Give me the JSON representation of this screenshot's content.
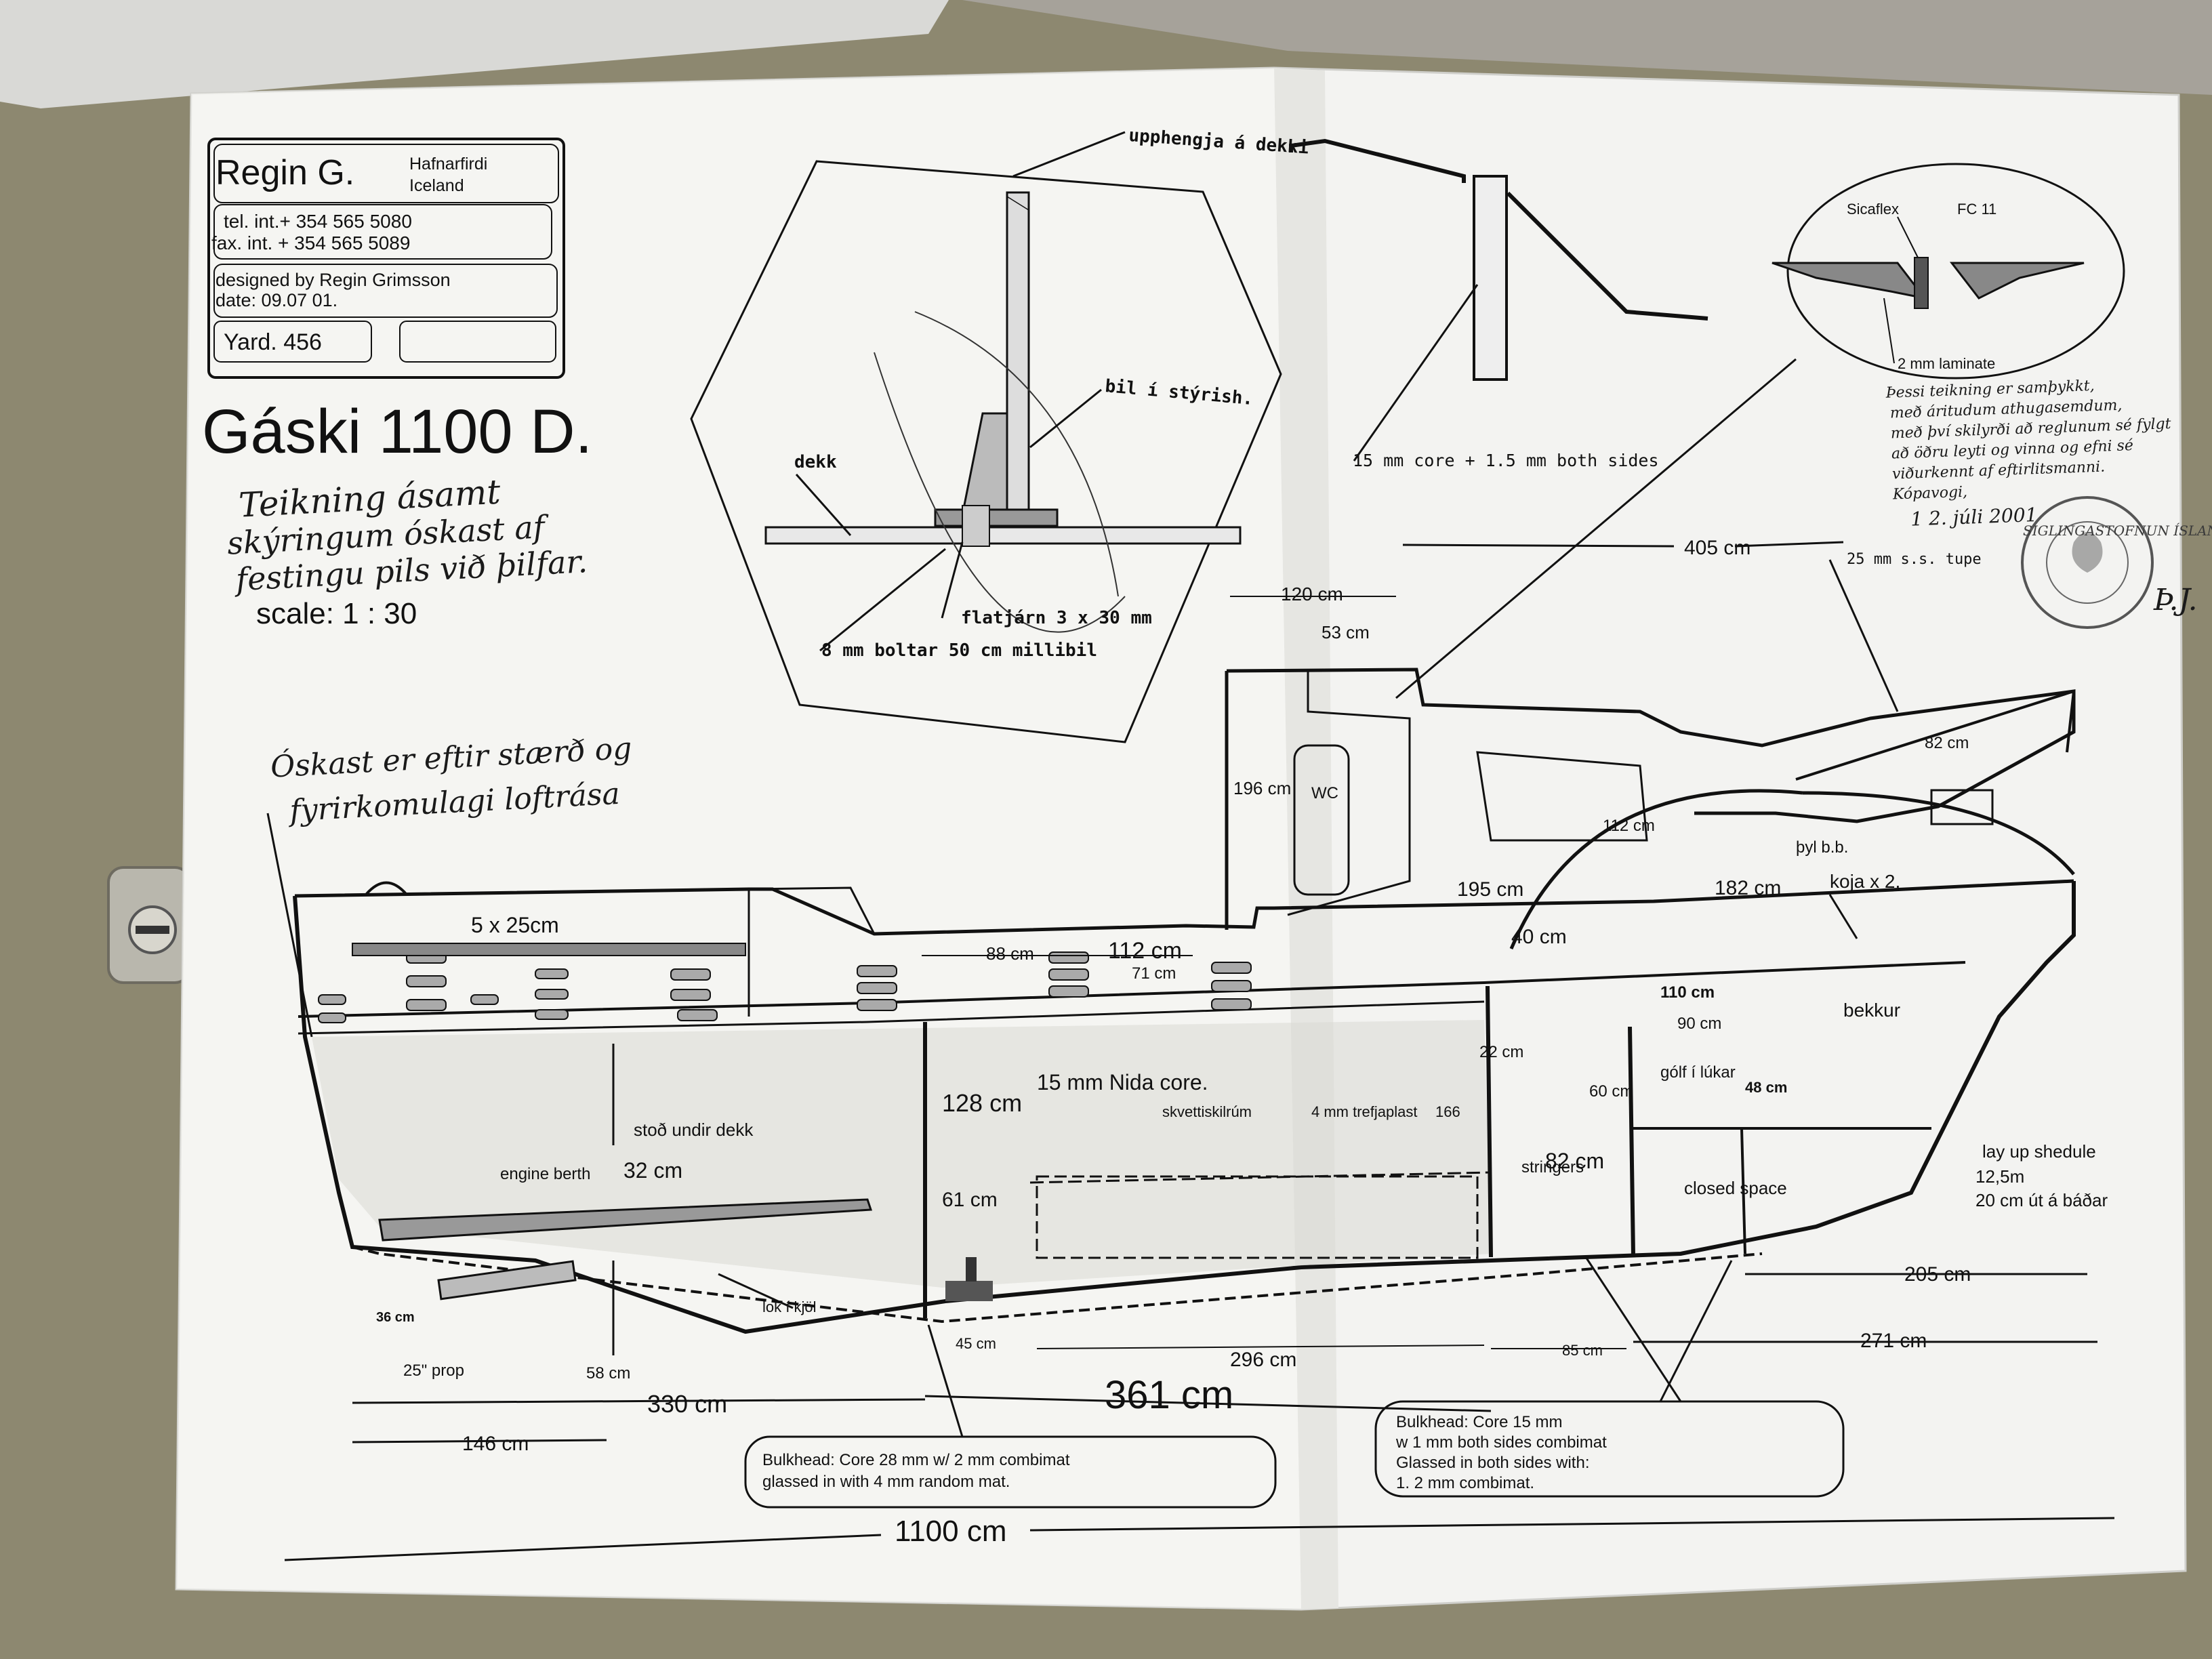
{
  "title_block": {
    "company": "Regin G.",
    "city": "Hafnarfirdi",
    "country": "Iceland",
    "tel": "tel. int.+ 354 565 5080",
    "fax": "fax. int. + 354 565 5089",
    "designer": "designed by Regin Grimsson",
    "date": "date: 09.07 01.",
    "yard": "Yard. 456"
  },
  "drawing_title": "Gáski 1100 D.",
  "scale": "scale: 1 : 30",
  "handwritten_note_1": [
    "Teikning ásamt",
    "skýringum óskast af",
    "festingu pils við þilfar."
  ],
  "handwritten_note_2": [
    "Óskast er eftir stærð og",
    "fyrirkomulagi loftrása"
  ],
  "detail_labels": {
    "upphengja": "upphengja á dekki",
    "bil": "bil í stýrish.",
    "dekk": "dekk",
    "flatjarn": "flatjárn 3 x 30 mm",
    "boltar": "8 mm boltar 50 cm millibil",
    "core_both_sides": "15 mm core + 1.5 mm both sides",
    "sicaflex": "Sicaflex",
    "fc": "FC 11",
    "laminate": "2 mm laminate"
  },
  "approval_note": [
    "Þessi teikning er samþykkt,",
    "með áritudum athugasemdum,",
    "með því skilyrði að reglunum sé fylgt",
    "að öðru leyti og vinna og efni sé",
    "viðurkennt af eftirlitsmanni.",
    "Kópavogi,"
  ],
  "approval_date": "1 2. júli 2001",
  "stamp_text": "SIGLINGASTOFNUN ÍSLANDS",
  "signature": "Þ.J.",
  "dimensions": {
    "d405": "405 cm",
    "d120": "120 cm",
    "d53": "53 cm",
    "d25tube": "25 mm s.s. tupe",
    "d82a": "82 cm",
    "d196": "196 cm",
    "wc": "WC",
    "d112a": "112 cm",
    "d195": "195 cm",
    "d182": "182 cm",
    "d40": "40 cm",
    "thyl": "þyl b.b.",
    "koja": "koja x 2,",
    "d110": "110 cm",
    "d90": "90 cm",
    "bekkur": "bekkur",
    "d5x25": "5 x 25cm",
    "d88": "88 cm",
    "d112b": "112 cm",
    "d71": "71 cm",
    "d128": "128 cm",
    "nida": "15 mm Nida core.",
    "stod": "stoð undir dekk",
    "akvettiskilrum": "skvettiskilrúm",
    "trefjaplast": "4 mm trefjaplast",
    "d166": "166",
    "d22": "22 cm",
    "d60": "60 cm",
    "golf": "gólf í lúkar",
    "d48": "48 cm",
    "engine": "engine berth",
    "d32": "32 cm",
    "d61": "61 cm",
    "stringers": "stringers",
    "d82b": "82 cm",
    "closed": "closed space",
    "layup": "lay up shedule",
    "layup2": "12,5m",
    "layup3": "20 cm út á báðar",
    "lok": "lok í kjöl",
    "d36": "36 cm",
    "prop": "25\" prop",
    "d58": "58 cm",
    "d45": "45 cm",
    "d296": "296 cm",
    "d85": "85 cm",
    "d205": "205 cm",
    "d271": "271 cm",
    "d330": "330 cm",
    "d361": "361 cm",
    "d146": "146 cm",
    "d1100": "1100 cm"
  },
  "bulkhead_1": [
    "Bulkhead: Core 28 mm  w/ 2 mm combimat",
    "glassed in with 4 mm random mat."
  ],
  "bulkhead_2": [
    "Bulkhead: Core 15 mm",
    "w 1 mm both sides combimat",
    "Glassed in both sides with:",
    "1. 2 mm combimat."
  ]
}
